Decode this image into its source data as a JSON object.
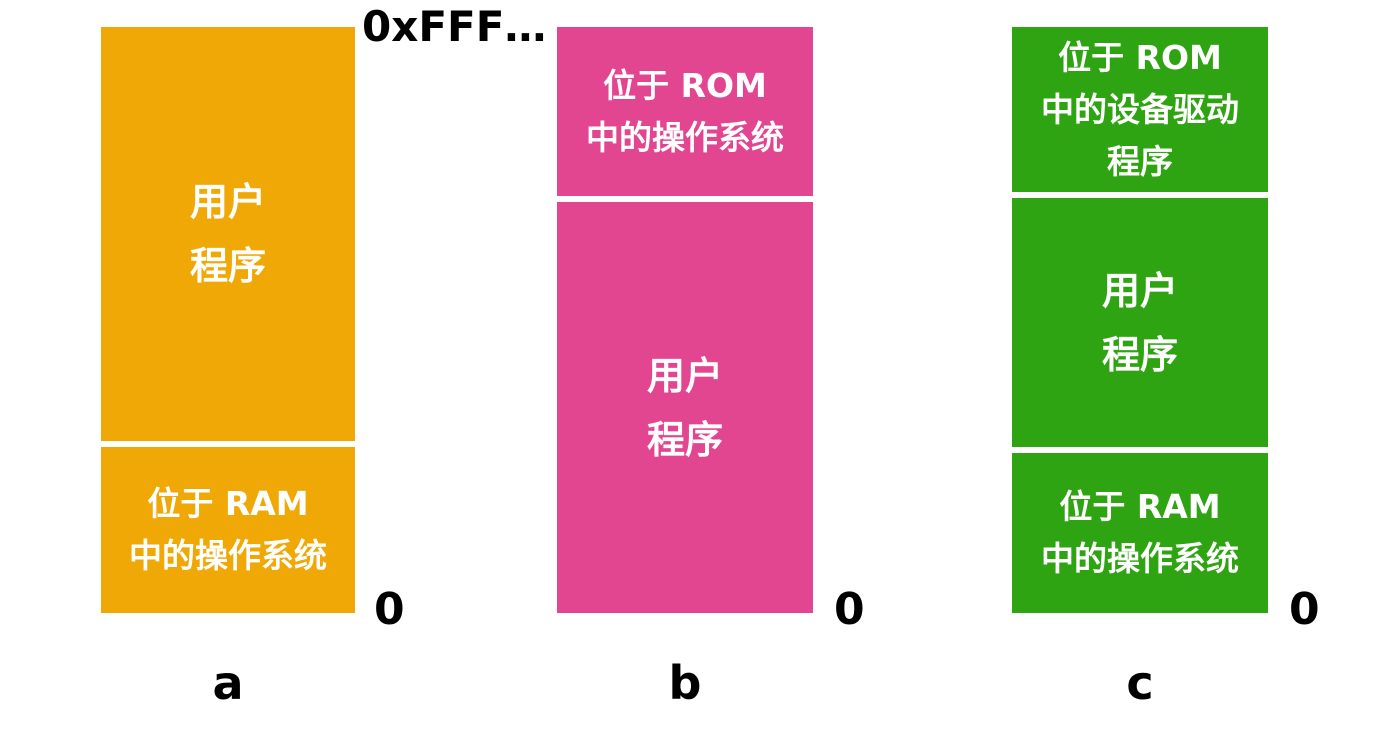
{
  "diagram": {
    "top_address_label": "0xFFF…",
    "text_color": "#FFFFFF",
    "label_color": "#000000",
    "background_color": "#FFFFFF",
    "columns": [
      {
        "letter": "a",
        "color": "#F0A806",
        "bottom_address_label": "0",
        "blocks": [
          {
            "name": "user-program",
            "lines": [
              "用户",
              "程序"
            ]
          },
          {
            "name": "os-in-ram",
            "lines": [
              "位于 RAM",
              "中的操作系统"
            ]
          }
        ]
      },
      {
        "letter": "b",
        "color": "#E24691",
        "bottom_address_label": "0",
        "blocks": [
          {
            "name": "os-in-rom",
            "lines": [
              "位于 ROM",
              "中的操作系统"
            ]
          },
          {
            "name": "user-program",
            "lines": [
              "用户",
              "程序"
            ]
          }
        ]
      },
      {
        "letter": "c",
        "color": "#2FA412",
        "bottom_address_label": "0",
        "blocks": [
          {
            "name": "device-drivers-in-rom",
            "lines": [
              "位于 ROM",
              "中的设备驱动",
              "程序"
            ]
          },
          {
            "name": "user-program",
            "lines": [
              "用户",
              "程序"
            ]
          },
          {
            "name": "os-in-ram",
            "lines": [
              "位于 RAM",
              "中的操作系统"
            ]
          }
        ]
      }
    ]
  }
}
